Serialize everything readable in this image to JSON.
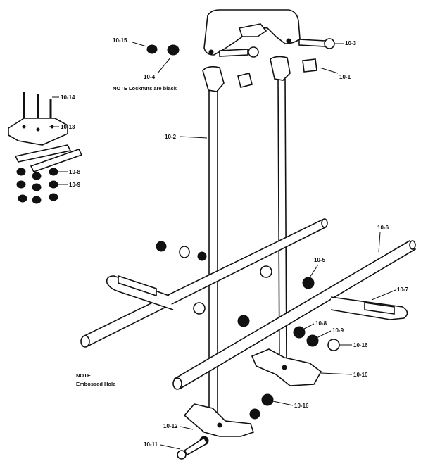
{
  "callouts": {
    "c10_15": "10-15",
    "c10_3": "10-3",
    "c10_4": "10-4",
    "c10_1": "10-1",
    "c10_14": "10-14",
    "c10_13": "10-13",
    "c10_2": "10-2",
    "c10_8a": "10-8",
    "c10_9a": "10-9",
    "c10_6": "10-6",
    "c10_5": "10-5",
    "c10_7": "10-7",
    "c10_8b": "10-8",
    "c10_9b": "10-9",
    "c10_16a": "10-16",
    "c10_10": "10-10",
    "c10_16b": "10-16",
    "c10_12": "10-12",
    "c10_11": "10-11"
  },
  "notes": {
    "locknut_note": "NOTE Locknuts are black",
    "embossed_note_line1": "NOTE",
    "embossed_note_line2": "Embossed Hole"
  }
}
